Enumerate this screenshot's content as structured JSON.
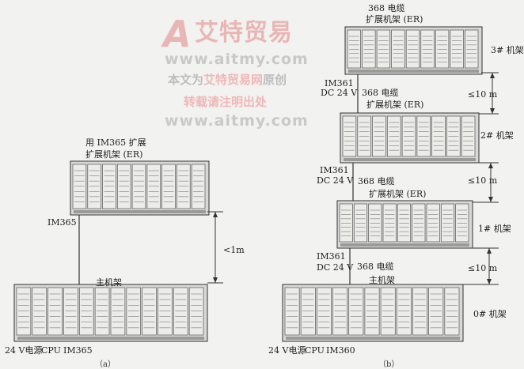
{
  "watermark": {
    "logo_letter": "A",
    "logo_text": "艾特贸易",
    "url_1": "www.aitmy.com",
    "line_prefix": "本文为",
    "line_highlight": "艾特贸易网",
    "line_suffix": "原创",
    "line_2": "转载请注明出处",
    "url_2": "www.aitmy.com"
  },
  "diagram_a": {
    "caption": "（a）",
    "er_label_line1": "用 IM365 扩展",
    "er_label_line2": "扩展机架 (ER)",
    "im_label": "IM365",
    "distance_label": "<1m",
    "main_rack_label": "主机架",
    "bottom_label_power": "24 V电源",
    "bottom_label_cpu": "CPU",
    "bottom_label_im": "IM365"
  },
  "diagram_b": {
    "caption": "（b）",
    "cable_label_top": "368 电缆",
    "er_label_top": "扩展机架 (ER)",
    "rack3_label": "3# 机架",
    "im361_label_1": "IM361",
    "dc_label_1": "DC 24 V",
    "cable_label_2": "368 电缆",
    "er_label_2": "扩展机架 (ER)",
    "rack2_label": "2# 机架",
    "im361_label_2": "IM361",
    "dc_label_2": "DC 24 V",
    "cable_label_3": "368 电缆",
    "er_label_3": "扩展机架 (ER)",
    "rack1_label": "1# 机架",
    "im361_label_3": "IM361",
    "dc_label_3": "DC 24 V",
    "cable_label_4": "368 电缆",
    "main_rack_label": "主机架",
    "rack0_label": "0# 机架",
    "distance_1": "≤10 m",
    "distance_2": "≤10 m",
    "distance_3": "≤10 m",
    "bottom_label_power": "24 V电源",
    "bottom_label_cpu": "CPU",
    "bottom_label_im": "IM360"
  },
  "colors": {
    "watermark_red": "#e9b6b6",
    "rack_fill": "#d8d8d6",
    "line": "#333333"
  }
}
